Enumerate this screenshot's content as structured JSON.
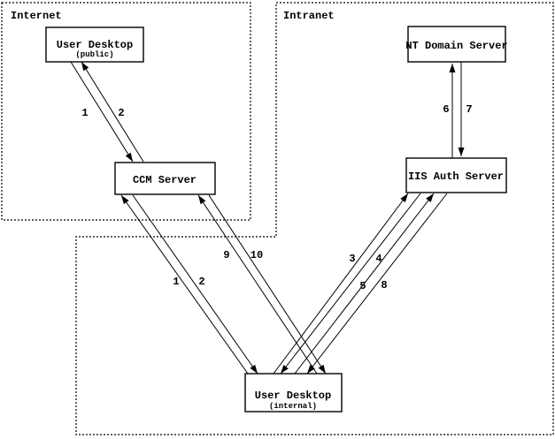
{
  "diagram": {
    "colors": {
      "background": "#ffffff",
      "foreground": "#000000"
    },
    "zones": {
      "internet": {
        "label": "Internet"
      },
      "intranet": {
        "label": "Intranet"
      }
    },
    "nodes": {
      "user_desktop_public": {
        "label": "User Desktop",
        "sublabel": "(public)"
      },
      "ccm_server": {
        "label": "CCM Server"
      },
      "nt_domain_server": {
        "label": "NT Domain Server"
      },
      "iis_auth_server": {
        "label": "IIS Auth Server"
      },
      "user_desktop_internal": {
        "label": "User Desktop",
        "sublabel": "(internal)"
      }
    },
    "flows": {
      "public_ccm": {
        "request": "1",
        "response": "2"
      },
      "internal_ccm": {
        "request": "1",
        "response": "2"
      },
      "internal_ccm_alt": {
        "request": "9",
        "response": "10"
      },
      "internal_iis_a": {
        "request": "3",
        "response": "4"
      },
      "internal_iis_b": {
        "request": "5",
        "response": "8"
      },
      "iis_nt": {
        "request": "6",
        "response": "7"
      }
    }
  }
}
